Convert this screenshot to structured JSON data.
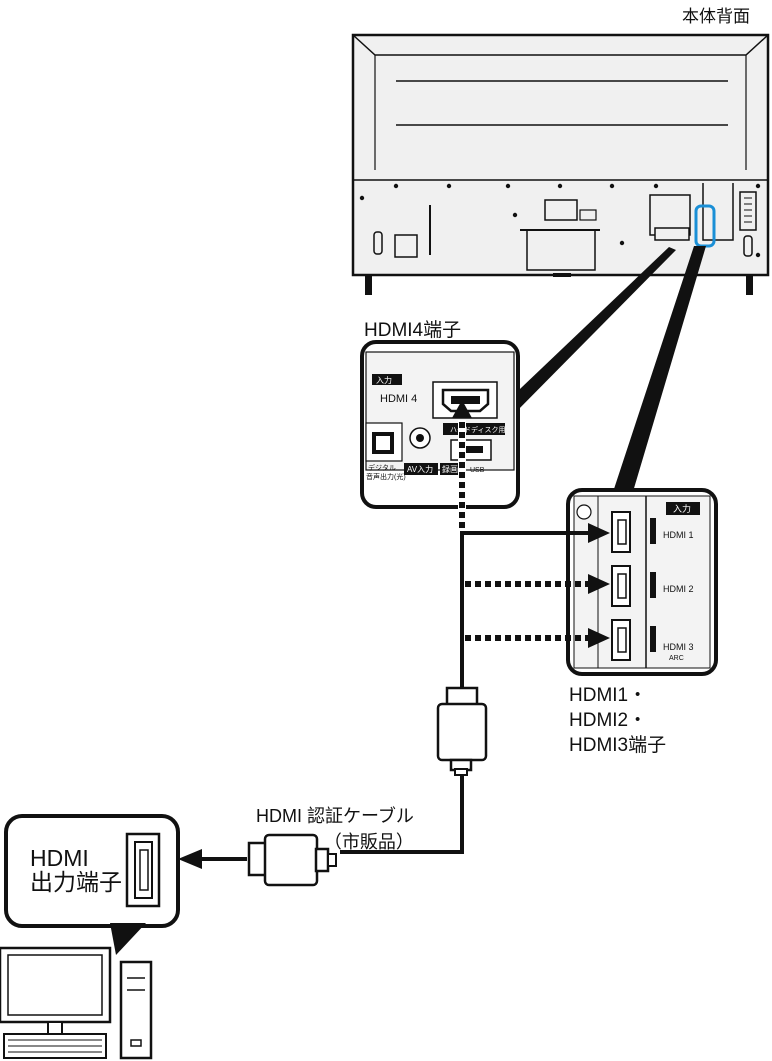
{
  "labels": {
    "back_title": "本体背面",
    "hdmi4_title": "HDMI4端子",
    "hdmi123_line1": "HDMI1・",
    "hdmi123_line2": "HDMI2・",
    "hdmi123_line3": "HDMI3端子",
    "cable_line1": "HDMI 認証ケーブル",
    "cable_line2": "（市販品）",
    "pc_out_line1": "HDMI",
    "pc_out_line2": "出力端子"
  },
  "panel_hdmi4": {
    "input_tag": "入力",
    "port_label": "HDMI 4",
    "hdd_tag": "ハードディスク用",
    "optical_label_1": "デジタル",
    "optical_label_2": "音声出力(光)",
    "av_label": "AV入力",
    "rec_label": "録画",
    "usb_label": "USB"
  },
  "panel_hdmi123": {
    "input_tag": "入力",
    "port1": "HDMI 1",
    "port2": "HDMI 2",
    "port3": "HDMI 3",
    "arc": "ARC"
  },
  "colors": {
    "highlight": "#1a8fd6",
    "line": "#111111",
    "tv_body": "#f0f0f0"
  }
}
